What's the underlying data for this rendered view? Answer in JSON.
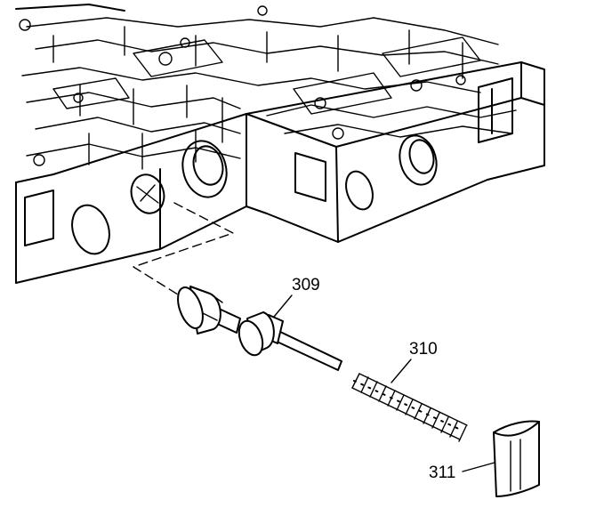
{
  "diagram": {
    "callouts": [
      {
        "id": "valve",
        "label": "309"
      },
      {
        "id": "spring",
        "label": "310"
      },
      {
        "id": "retainer",
        "label": "311"
      }
    ],
    "colors": {
      "line": "#000000",
      "background": "#ffffff"
    }
  }
}
